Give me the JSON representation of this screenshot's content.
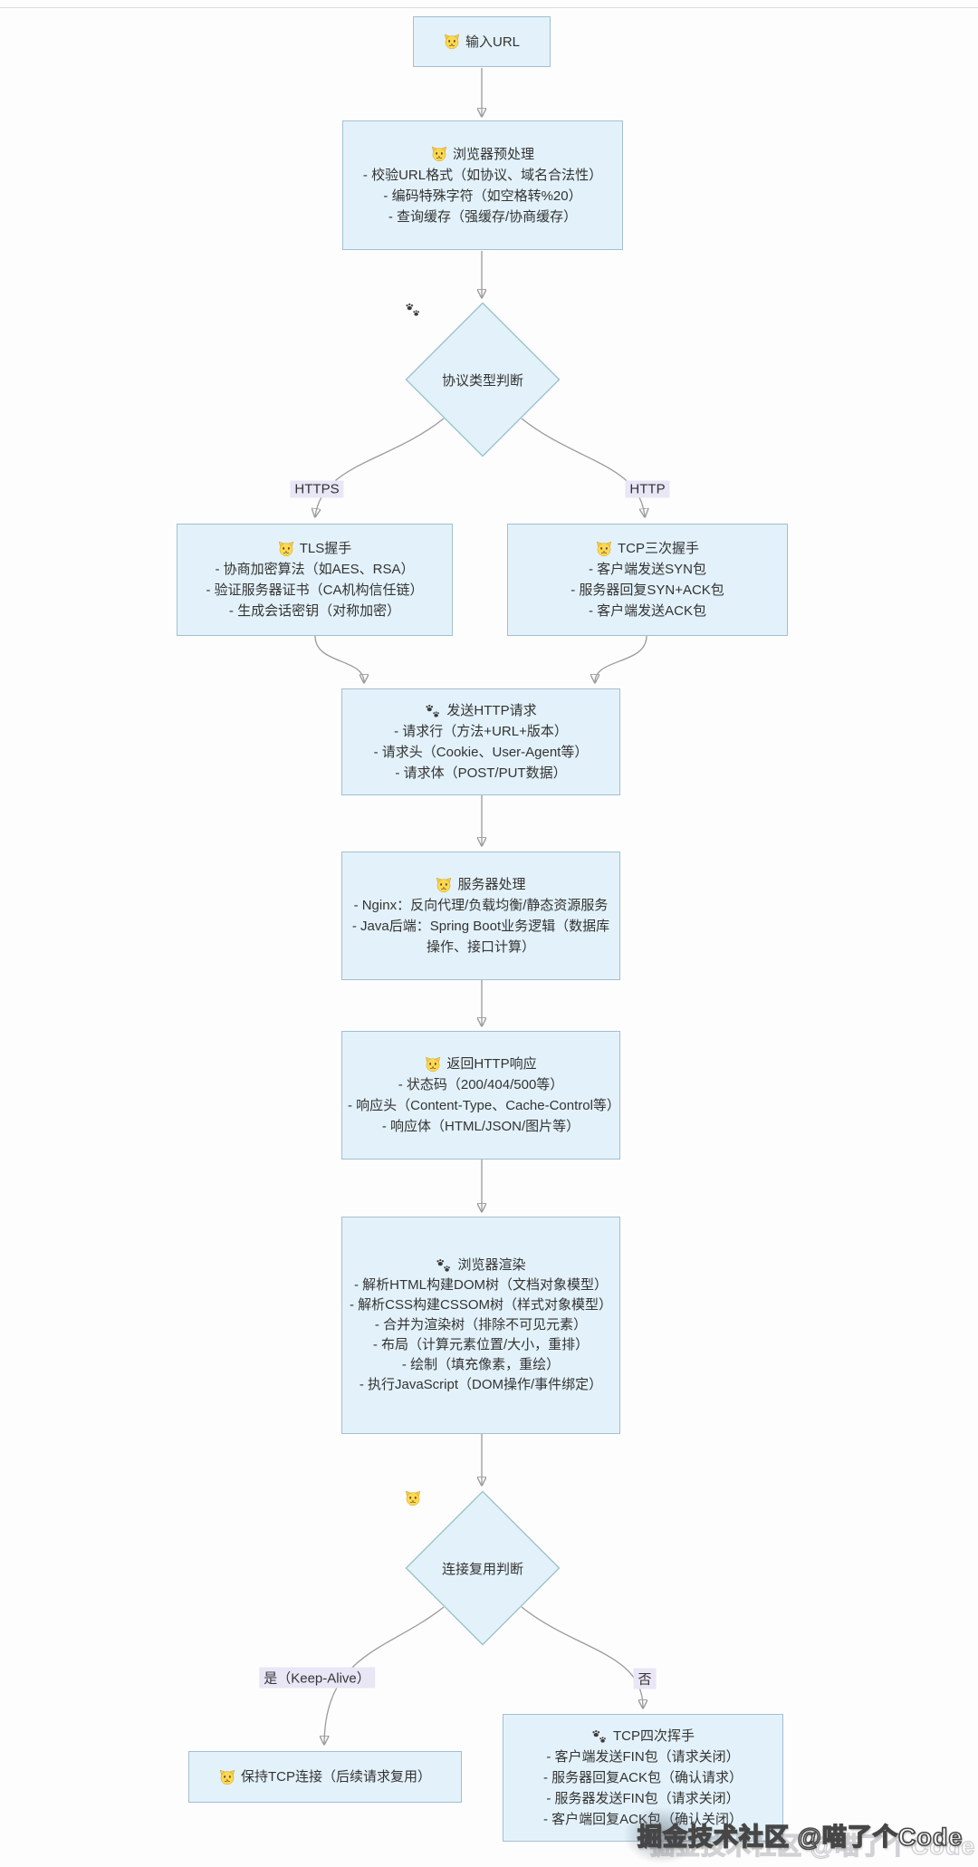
{
  "colors": {
    "node_fill": "#e3f2fa",
    "node_border": "#a3bfd0",
    "diamond_border": "#9cc2cd",
    "edge": "#9a9a9a",
    "label_bg": "#e9e6f6",
    "text": "#333333"
  },
  "edge_labels": {
    "https": "HTTPS",
    "http": "HTTP",
    "keep_alive": "是（Keep-Alive）",
    "no": "否"
  },
  "nodes": {
    "input": {
      "icon": "cat-face-emoji",
      "title": "输入URL"
    },
    "preprocess": {
      "icon": "cat-face-emoji",
      "title": "浏览器预处理",
      "lines": [
        "- 校验URL格式（如协议、域名合法性）",
        "- 编码特殊字符（如空格转%20）",
        "- 查询缓存（强缓存/协商缓存）"
      ]
    },
    "protocol_decision": {
      "icon": "paw-prints-emoji",
      "title": "协议类型判断"
    },
    "tls": {
      "icon": "cat-face-emoji",
      "title": "TLS握手",
      "lines": [
        "- 协商加密算法（如AES、RSA）",
        "- 验证服务器证书（CA机构信任链）",
        "- 生成会话密钥（对称加密）"
      ]
    },
    "tcp": {
      "icon": "cat-face-emoji",
      "title": "TCP三次握手",
      "lines": [
        "- 客户端发送SYN包",
        "- 服务器回复SYN+ACK包",
        "- 客户端发送ACK包"
      ]
    },
    "request": {
      "icon": "paw-prints-emoji",
      "title": "发送HTTP请求",
      "lines": [
        "- 请求行（方法+URL+版本）",
        "- 请求头（Cookie、User-Agent等）",
        "- 请求体（POST/PUT数据）"
      ]
    },
    "server": {
      "icon": "cat-face-emoji",
      "title": "服务器处理",
      "lines": [
        "- Nginx：反向代理/负载均衡/静态资源服务",
        "- Java后端：Spring Boot业务逻辑（数据库操作、接口计算）"
      ]
    },
    "response": {
      "icon": "cat-face-emoji",
      "title": "返回HTTP响应",
      "lines": [
        "- 状态码（200/404/500等）",
        "- 响应头（Content-Type、Cache-Control等）",
        "- 响应体（HTML/JSON/图片等）"
      ]
    },
    "render": {
      "icon": "paw-prints-emoji",
      "title": "浏览器渲染",
      "lines": [
        "- 解析HTML构建DOM树（文档对象模型）",
        "- 解析CSS构建CSSOM树（样式对象模型）",
        "- 合并为渲染树（排除不可见元素）",
        "- 布局（计算元素位置/大小，重排）",
        "- 绘制（填充像素，重绘）",
        "- 执行JavaScript（DOM操作/事件绑定）"
      ]
    },
    "reuse_decision": {
      "icon": "cat-face-emoji",
      "title": "连接复用判断"
    },
    "keep": {
      "icon": "cat-face-emoji",
      "title": "保持TCP连接（后续请求复用）"
    },
    "close": {
      "icon": "paw-prints-emoji",
      "title": "TCP四次挥手",
      "lines": [
        "- 客户端发送FIN包（请求关闭）",
        "- 服务器回复ACK包（确认请求）",
        "- 服务器发送FIN包（请求关闭）",
        "- 客户端回复ACK包（确认关闭）"
      ]
    }
  },
  "watermark": {
    "text": "掘金技术社区 @喵了个Code"
  }
}
